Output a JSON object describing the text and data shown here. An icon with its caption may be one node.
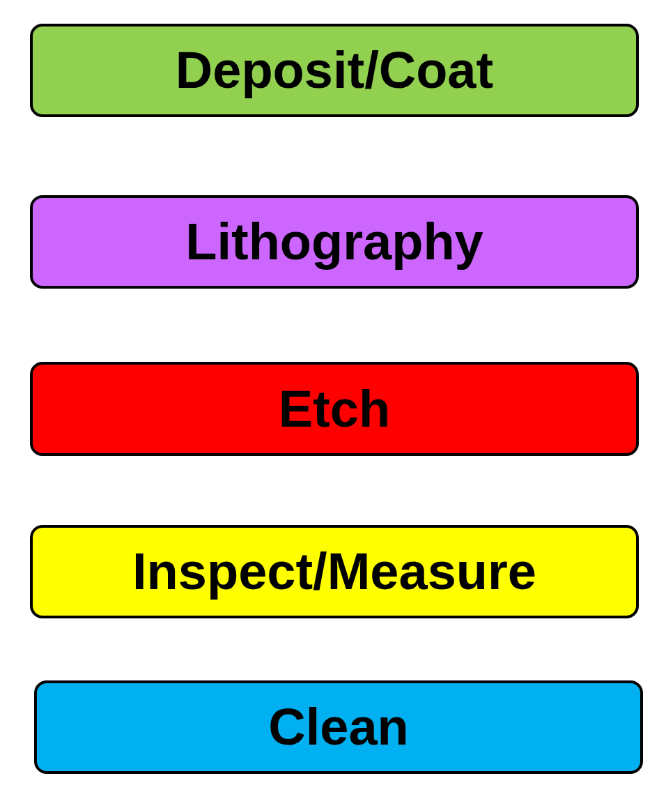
{
  "diagram": {
    "nodes": [
      {
        "text": [
          "Deposit/Coat"
        ]
      },
      {
        "text": [
          "Lithography"
        ]
      },
      {
        "text": [
          "Etch"
        ]
      },
      {
        "text": [
          "Inspect/Measure"
        ]
      },
      {
        "text": [
          "Clean"
        ]
      }
    ]
  }
}
